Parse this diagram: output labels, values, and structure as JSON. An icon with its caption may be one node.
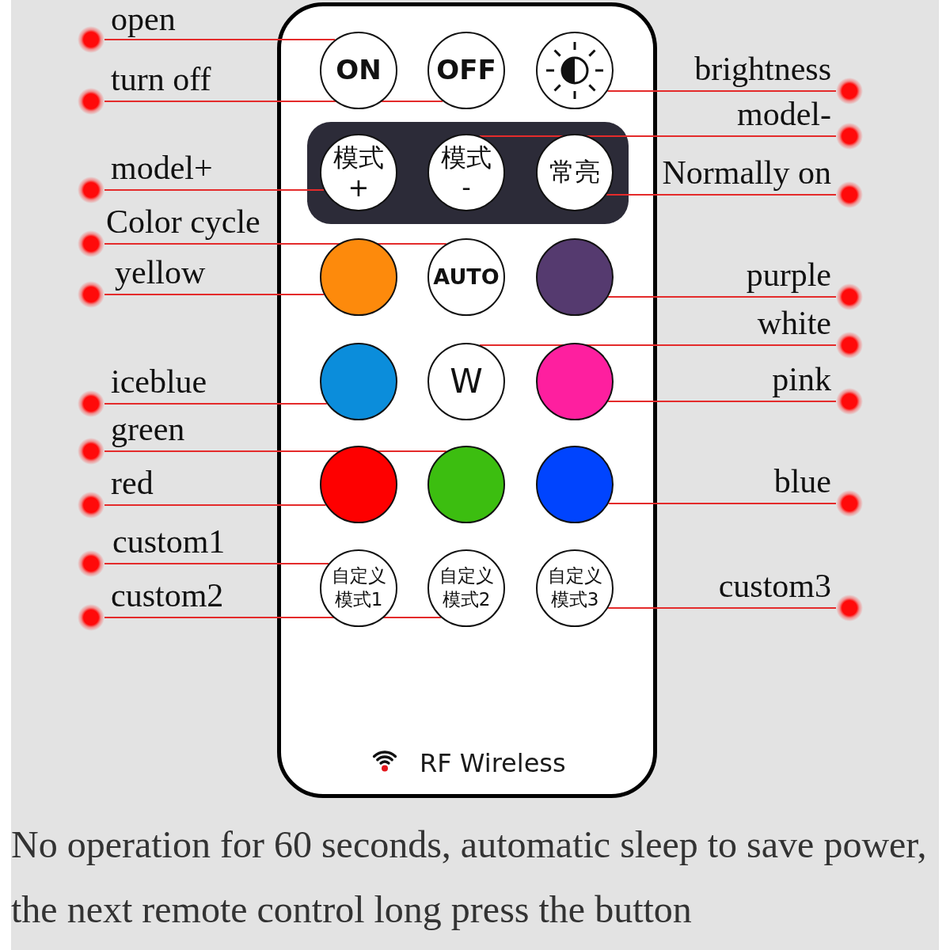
{
  "diagram": {
    "caption": "No operation for 60 seconds, automatic sleep to save power, the next remote control long press the button",
    "nodes": [
      {
        "text": [
          "RF Wireless"
        ]
      },
      {
        "text": [
          "ON"
        ],
        "in": 0
      },
      {
        "text": [
          "OFF"
        ],
        "in": 0
      },
      {
        "text": [],
        "shape": "circle",
        "in": 0
      },
      {
        "text": [],
        "shape": "box",
        "in": 0
      },
      {
        "text": [
          "模式+"
        ],
        "in": 4
      },
      {
        "text": [
          "模式-"
        ],
        "in": 4
      },
      {
        "text": [
          "常亮"
        ],
        "in": 4
      },
      {
        "text": [],
        "shape": "circle",
        "in": 0
      },
      {
        "text": [
          "AUTO"
        ],
        "in": 0
      },
      {
        "text": [],
        "shape": "circle",
        "in": 0
      },
      {
        "text": [],
        "shape": "circle",
        "in": 0
      },
      {
        "text": [
          "W"
        ],
        "in": 0
      },
      {
        "text": [],
        "shape": "circle",
        "in": 0
      },
      {
        "text": [],
        "shape": "circle",
        "in": 0
      },
      {
        "text": [],
        "shape": "circle",
        "in": 0
      },
      {
        "text": [],
        "shape": "circle",
        "in": 0
      },
      {
        "text": [
          "自定义模式1"
        ],
        "in": 0
      },
      {
        "text": [
          "自定义模式2"
        ],
        "in": 0
      },
      {
        "text": [
          "自定义模式3"
        ],
        "in": 0
      },
      {
        "text": [],
        "shape": "circle",
        "beside": [
          "open"
        ]
      },
      {
        "text": [],
        "shape": "circle",
        "beside": [
          "turn off"
        ]
      },
      {
        "text": [],
        "shape": "circle",
        "beside": [
          "brightness"
        ]
      },
      {
        "text": [],
        "shape": "circle",
        "beside": [
          "model-"
        ]
      },
      {
        "text": [],
        "shape": "circle",
        "beside": [
          "model+"
        ]
      },
      {
        "text": [],
        "shape": "circle",
        "beside": [
          "Normally on"
        ]
      },
      {
        "text": [],
        "shape": "circle",
        "beside": [
          "Color cycle"
        ]
      },
      {
        "text": [],
        "shape": "circle",
        "beside": [
          "yellow"
        ]
      },
      {
        "text": [],
        "shape": "circle",
        "beside": [
          "purple"
        ]
      },
      {
        "text": [],
        "shape": "circle",
        "beside": [
          "white"
        ]
      },
      {
        "text": [],
        "shape": "circle",
        "beside": [
          "iceblue"
        ]
      },
      {
        "text": [],
        "shape": "circle",
        "beside": [
          "pink"
        ]
      },
      {
        "text": [],
        "shape": "circle",
        "beside": [
          "green"
        ]
      },
      {
        "text": [],
        "shape": "circle",
        "beside": [
          "red"
        ]
      },
      {
        "text": [],
        "shape": "circle",
        "beside": [
          "blue"
        ]
      },
      {
        "text": [],
        "shape": "circle",
        "beside": [
          "custom1"
        ]
      },
      {
        "text": [],
        "shape": "circle",
        "beside": [
          "custom2"
        ]
      },
      {
        "text": [],
        "shape": "circle",
        "beside": [
          "custom3"
        ]
      }
    ],
    "edges": [
      {
        "from": 20,
        "to": 1,
        "arrow": "none"
      },
      {
        "from": 21,
        "to": 2,
        "arrow": "none"
      },
      {
        "from": 22,
        "to": 3,
        "arrow": "none"
      },
      {
        "from": 23,
        "to": 6,
        "arrow": "none"
      },
      {
        "from": 24,
        "to": 5,
        "arrow": "none"
      },
      {
        "from": 25,
        "to": 7,
        "arrow": "none"
      },
      {
        "from": 26,
        "to": 9,
        "arrow": "none"
      },
      {
        "from": 27,
        "to": 8,
        "arrow": "none"
      },
      {
        "from": 28,
        "to": 10,
        "arrow": "none"
      },
      {
        "from": 29,
        "to": 12,
        "arrow": "none"
      },
      {
        "from": 30,
        "to": 11,
        "arrow": "none"
      },
      {
        "from": 31,
        "to": 13,
        "arrow": "none"
      },
      {
        "from": 32,
        "to": 15,
        "arrow": "none"
      },
      {
        "from": 33,
        "to": 14,
        "arrow": "none"
      },
      {
        "from": 34,
        "to": 16,
        "arrow": "none"
      },
      {
        "from": 35,
        "to": 17,
        "arrow": "none"
      },
      {
        "from": 36,
        "to": 18,
        "arrow": "none"
      },
      {
        "from": 37,
        "to": 19,
        "arrow": "none"
      }
    ]
  }
}
